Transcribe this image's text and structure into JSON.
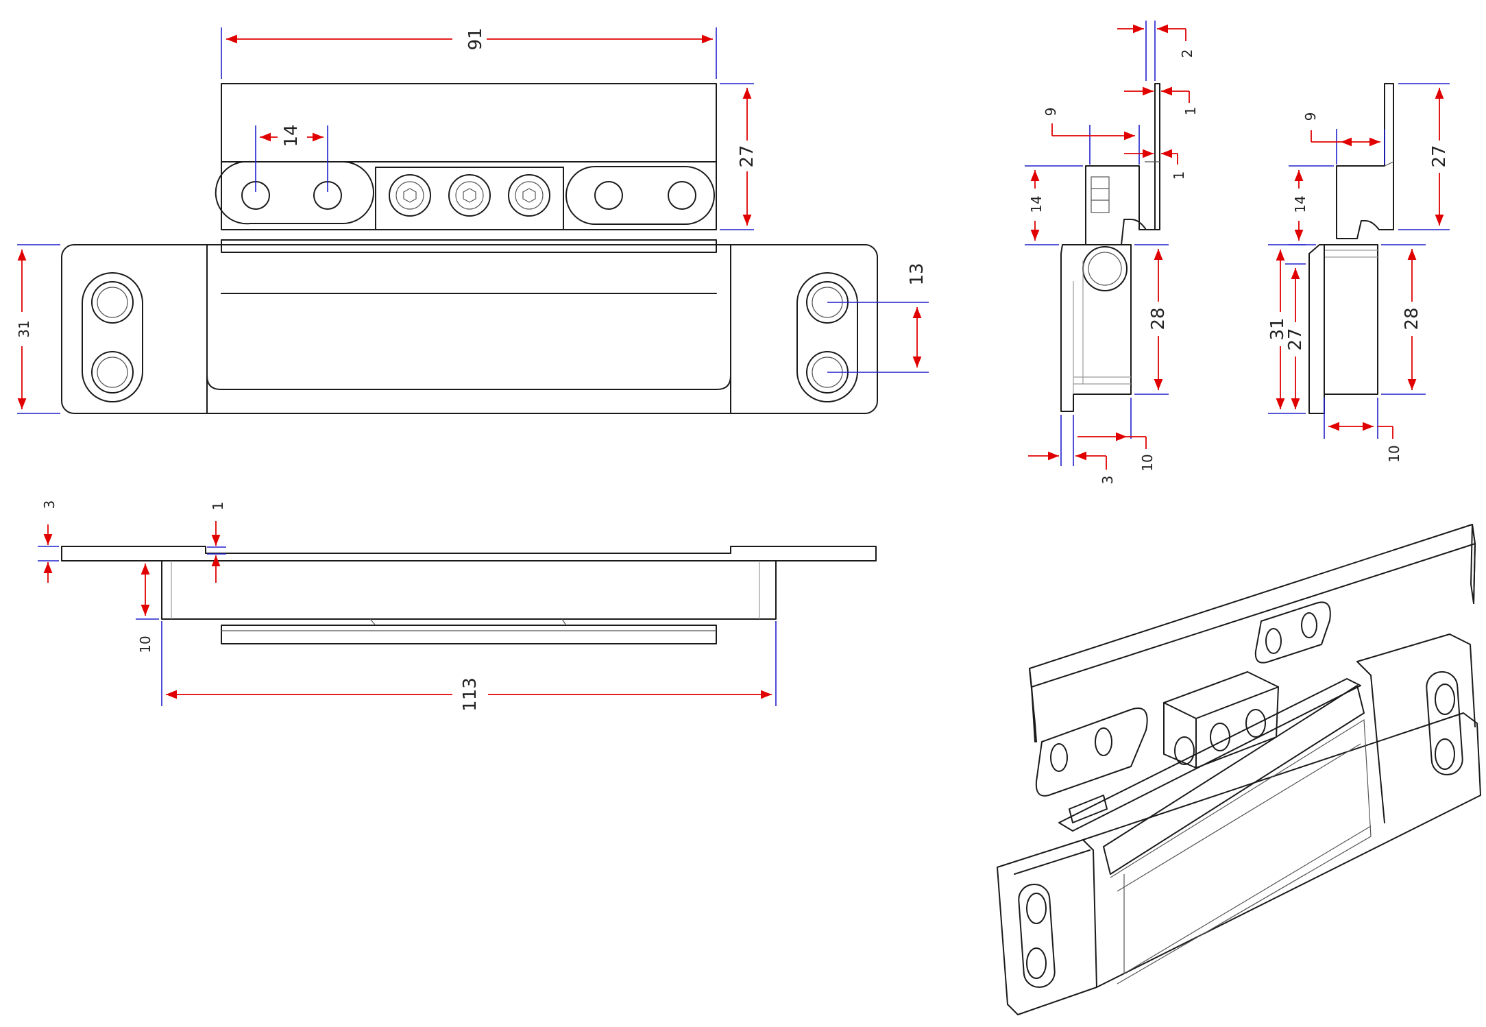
{
  "dimensions": {
    "front": {
      "overall_top_width": "91",
      "upper_height": "27",
      "hole_pitch_upper": "14",
      "base_height": "31",
      "hole_pitch_right": "13"
    },
    "top": {
      "plate_thickness": "3",
      "step": "1",
      "body_depth": "10",
      "overall_length": "113"
    },
    "side_left": {
      "tab_width": "2",
      "tab_step_a": "1",
      "tab_step_b": "1",
      "offset": "9",
      "upper": "14",
      "lower": "28",
      "depth": "10",
      "plate": "3"
    },
    "side_right": {
      "offset": "9",
      "upper_overall": "27",
      "upper": "14",
      "base_a": "31",
      "base_b": "27",
      "lower": "28",
      "depth": "10"
    }
  },
  "colors": {
    "outline": "#1a1a1a",
    "dimension": "#e00000",
    "extension": "#1f1fcc"
  }
}
